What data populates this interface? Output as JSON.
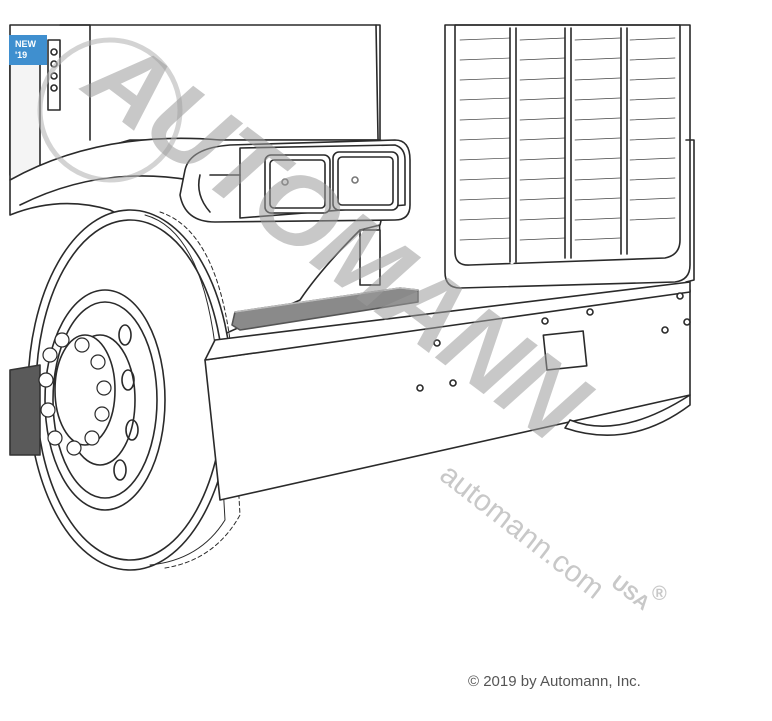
{
  "badge": {
    "line1": "NEW",
    "line2": "'19"
  },
  "watermark": {
    "brand": "AUTOMANN",
    "url": "automann.com",
    "suffix": "USA",
    "mark": "®"
  },
  "copyright": "© 2019 by Automann, Inc.",
  "illustration": {
    "subject": "truck-front-bumper-line-drawing",
    "highlight_color": "#8a8a8a"
  }
}
